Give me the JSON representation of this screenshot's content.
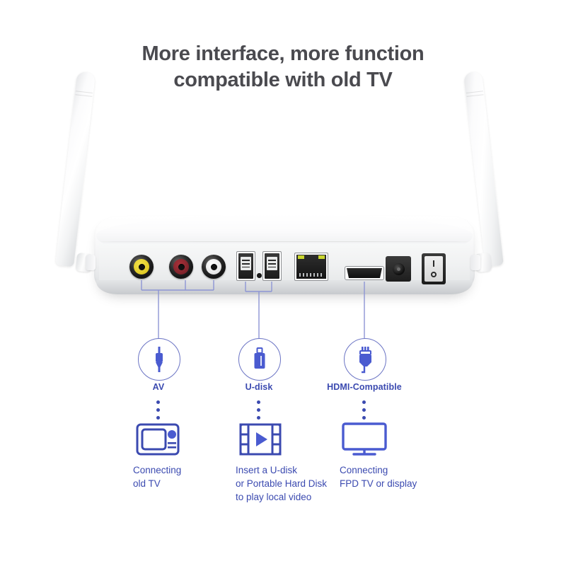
{
  "title": {
    "line1": "More interface, more function",
    "line2": "compatible with old TV"
  },
  "colors": {
    "accent_blue": "#3b4ab0",
    "badge_outline": "#6b74c4",
    "title_gray": "#4a4a4f",
    "rca_video": "#e3cf2a",
    "rca_audio_right": "#8b2730",
    "rca_audio_left": "#ffffff",
    "rj45_led": "#c9d62f"
  },
  "device": {
    "name": "tv-box-rear-panel",
    "ports": [
      {
        "id": "rca-video",
        "label": "AV Video",
        "type": "rca",
        "color": "#e3cf2a"
      },
      {
        "id": "rca-right",
        "label": "AV Audio Right",
        "type": "rca",
        "color": "#8b2730"
      },
      {
        "id": "rca-left",
        "label": "AV Audio Left",
        "type": "rca",
        "color": "#ffffff"
      },
      {
        "id": "usb-1",
        "label": "USB 1",
        "type": "usb-a",
        "color": "#1b1b1b"
      },
      {
        "id": "ir-dot",
        "label": "IR Receiver",
        "type": "dot",
        "color": "#1a1a1a"
      },
      {
        "id": "usb-2",
        "label": "USB 2",
        "type": "usb-a",
        "color": "#1b1b1b"
      },
      {
        "id": "ethernet",
        "label": "RJ45 Ethernet",
        "type": "rj45",
        "color": "#141414"
      },
      {
        "id": "hdmi",
        "label": "HDMI",
        "type": "hdmi",
        "color": "#0f0f0f"
      },
      {
        "id": "dc-power",
        "label": "DC Power",
        "type": "dc-jack",
        "color": "#1d1d1d"
      },
      {
        "id": "power-switch",
        "label": "Power Switch",
        "type": "rocker",
        "color": "#1c1c1c"
      }
    ],
    "switch_marks": {
      "on": "I",
      "off": "O"
    },
    "antennas": [
      {
        "id": "antenna-left",
        "label": "Wi-Fi Antenna Left"
      },
      {
        "id": "antenna-right",
        "label": "Wi-Fi Antenna Right"
      }
    ]
  },
  "callouts": [
    {
      "id": "av",
      "icon": "rca-plug-icon",
      "label": "AV"
    },
    {
      "id": "udisk",
      "icon": "usb-drive-icon",
      "label": "U-disk"
    },
    {
      "id": "hdmi",
      "icon": "hdmi-plug-icon",
      "label": "HDMI-Compatible"
    }
  ],
  "usecases": [
    {
      "id": "old-tv",
      "icon": "crt-tv-icon",
      "caption": "Connecting\nold TV"
    },
    {
      "id": "local-video",
      "icon": "film-play-icon",
      "caption": "Insert a U-disk\nor Portable Hard Disk\nto play local video"
    },
    {
      "id": "fpd-tv",
      "icon": "flat-tv-icon",
      "caption": "Connecting\nFPD TV or display"
    }
  ]
}
